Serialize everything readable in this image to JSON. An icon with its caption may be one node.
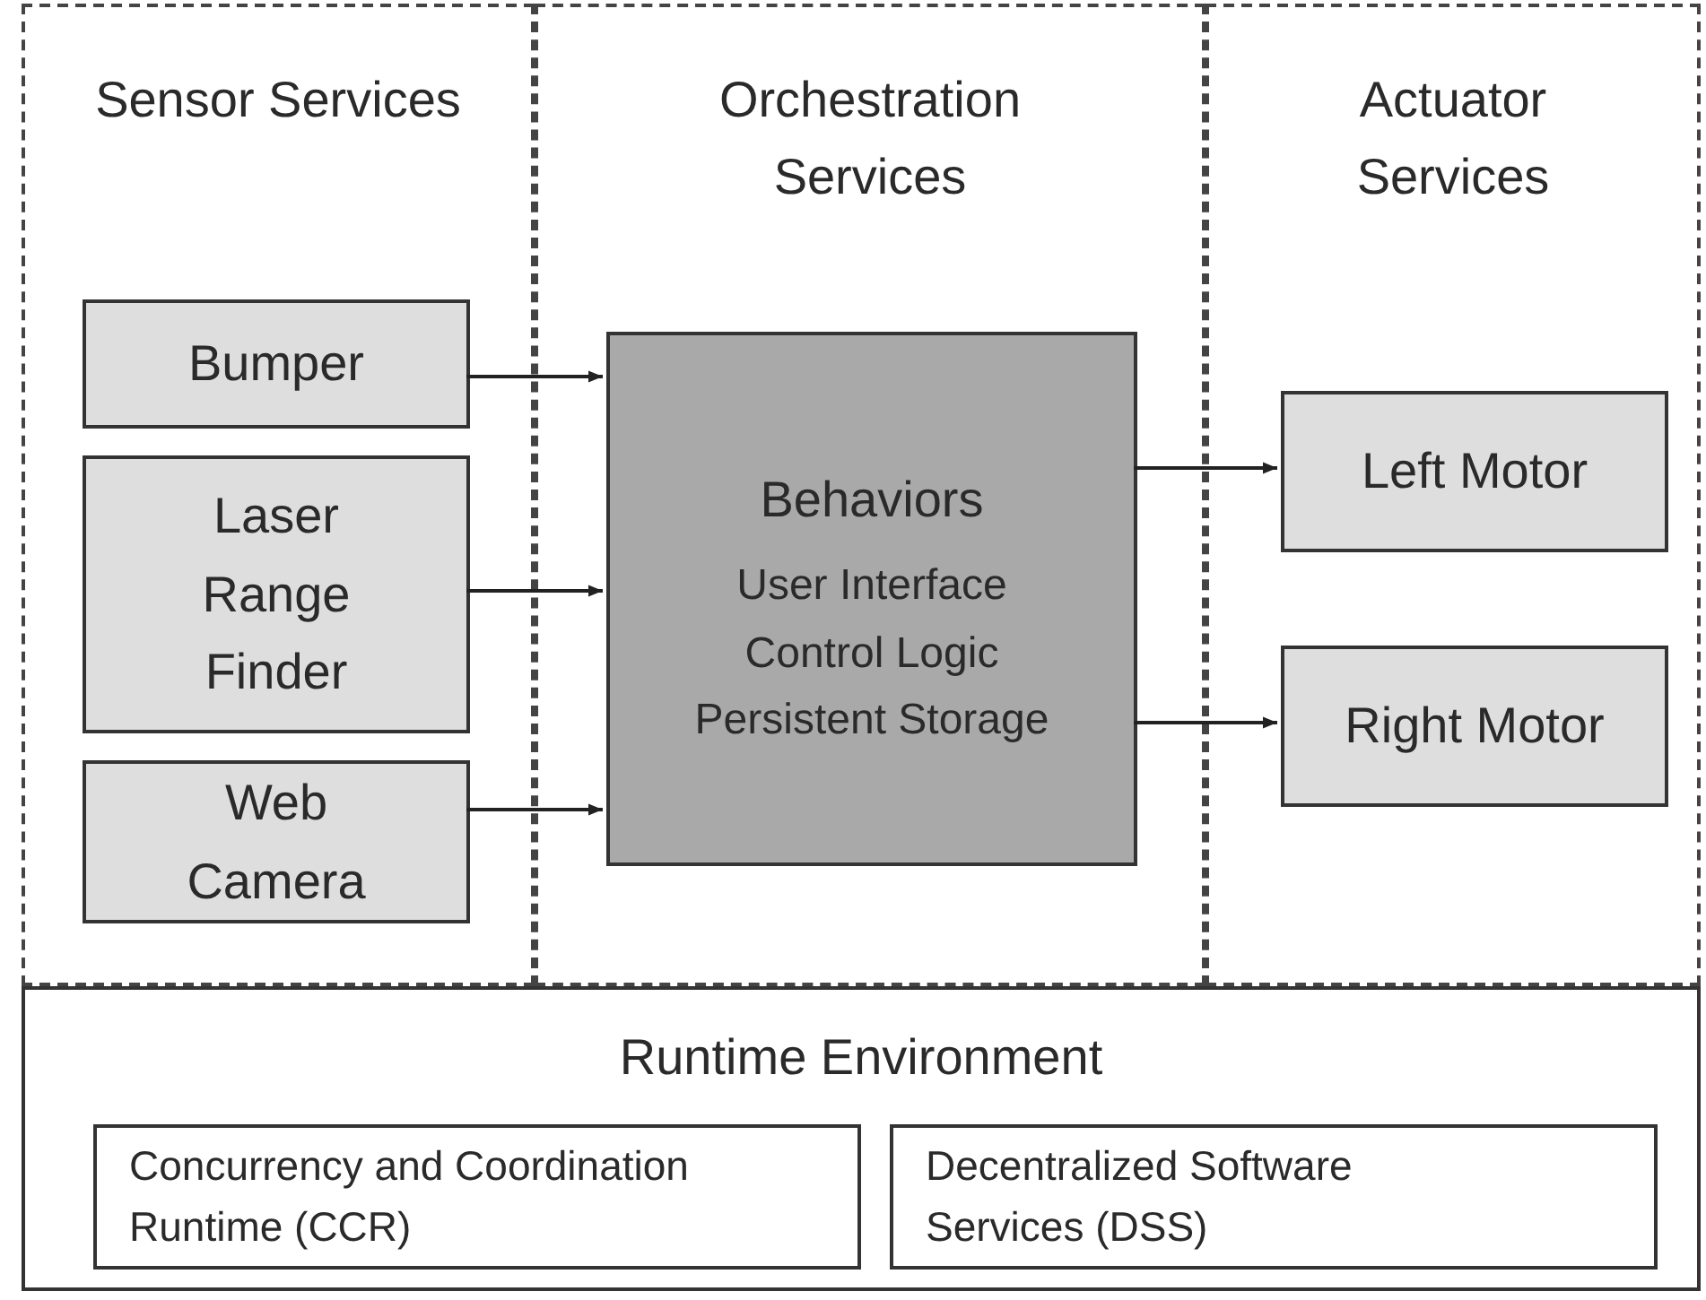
{
  "diagram": {
    "nodes": [
      {
        "text": [
          "Sensor Services"
        ]
      },
      {
        "text": [
          "Bumper"
        ],
        "in": 0
      },
      {
        "text": [
          "Laser Range Finder"
        ],
        "in": 0
      },
      {
        "text": [
          "Web Camera"
        ],
        "in": 0
      },
      {
        "text": [
          "Orchestration Services"
        ]
      },
      {
        "text": [
          "Behaviors",
          "User Interface",
          "Control Logic",
          "Persistent Storage"
        ],
        "in": 4
      },
      {
        "text": [
          "Actuator Services"
        ]
      },
      {
        "text": [
          "Left Motor"
        ],
        "in": 6
      },
      {
        "text": [
          "Right Motor"
        ],
        "in": 6
      },
      {
        "text": [
          "Runtime Environment"
        ]
      },
      {
        "text": [
          "Concurrency and Coordination Runtime (CCR)"
        ],
        "in": 9
      },
      {
        "text": [
          "Decentralized Software Services (DSS)"
        ],
        "in": 9
      }
    ],
    "edges": [
      {
        "from": 1,
        "to": 5,
        "arrow": "to"
      },
      {
        "from": 2,
        "to": 5,
        "arrow": "to"
      },
      {
        "from": 3,
        "to": 5,
        "arrow": "to"
      },
      {
        "from": 5,
        "to": 7,
        "arrow": "to"
      },
      {
        "from": 5,
        "to": 8,
        "arrow": "to"
      }
    ]
  }
}
